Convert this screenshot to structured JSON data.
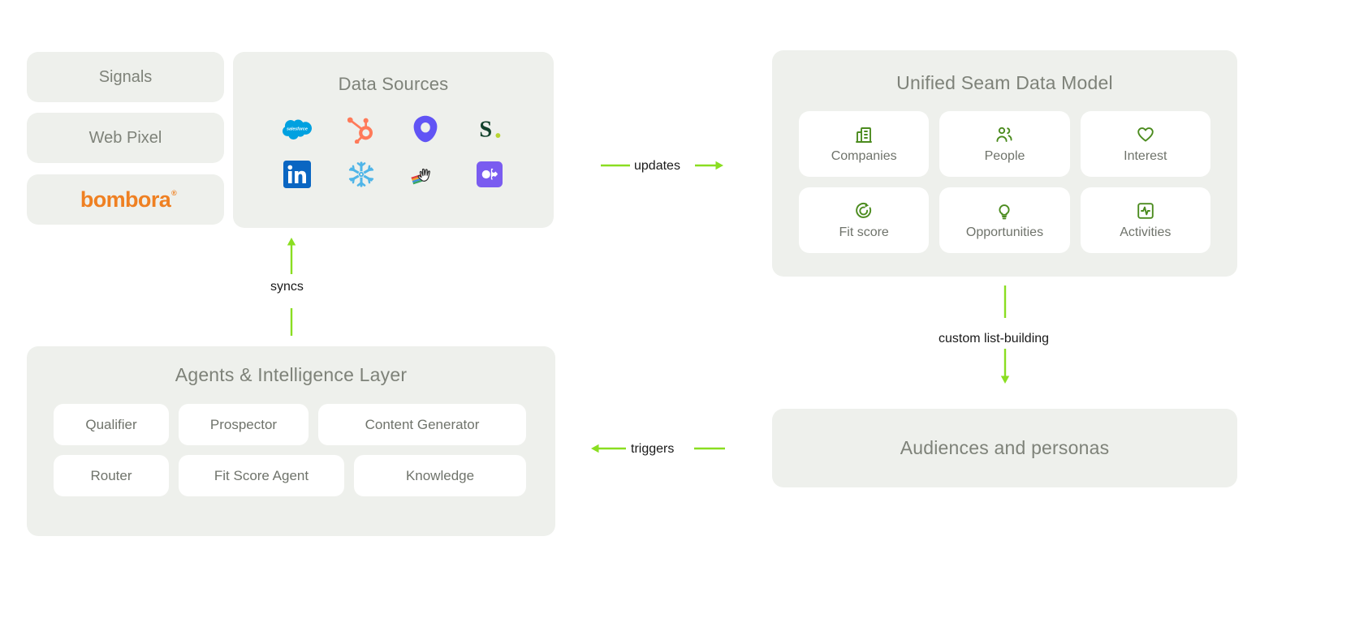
{
  "left_stack": {
    "items": [
      {
        "label": "Signals",
        "name": "signals"
      },
      {
        "label": "Web Pixel",
        "name": "web-pixel"
      },
      {
        "label": "bombora",
        "name": "bombora",
        "is_logo": true,
        "color": "#ef8022"
      }
    ]
  },
  "data_sources": {
    "title": "Data Sources",
    "icons": [
      {
        "name": "salesforce-icon",
        "label": "Salesforce",
        "color": "#00a1e0"
      },
      {
        "name": "hubspot-icon",
        "label": "HubSpot",
        "color": "#ff7a59"
      },
      {
        "name": "gong-icon",
        "label": "Gong",
        "color": "#6154f5"
      },
      {
        "name": "sequoia-s-icon",
        "label": "S",
        "color": "#12422c",
        "accent": "#b8d432"
      },
      {
        "name": "linkedin-icon",
        "label": "LinkedIn",
        "color": "#0a66c2"
      },
      {
        "name": "snowflake-icon",
        "label": "Snowflake",
        "color": "#4fb5e8"
      },
      {
        "name": "clay-icon",
        "label": "Clay",
        "color": "#f5f5f5"
      },
      {
        "name": "marketing-megaphone-icon",
        "label": "Megaphone",
        "color": "#7a5cf0"
      }
    ]
  },
  "agents_panel": {
    "title": "Agents & Intelligence Layer",
    "rows": [
      [
        {
          "label": "Qualifier",
          "name": "qualifier"
        },
        {
          "label": "Prospector",
          "name": "prospector"
        },
        {
          "label": "Content Generator",
          "name": "content-generator"
        }
      ],
      [
        {
          "label": "Router",
          "name": "router"
        },
        {
          "label": "Fit Score Agent",
          "name": "fit-score-agent"
        },
        {
          "label": "Knowledge",
          "name": "knowledge"
        }
      ]
    ]
  },
  "unified_model": {
    "title": "Unified Seam Data Model",
    "cards": [
      {
        "label": "Companies",
        "icon": "building-icon"
      },
      {
        "label": "People",
        "icon": "users-icon"
      },
      {
        "label": "Interest",
        "icon": "heart-icon"
      },
      {
        "label": "Fit score",
        "icon": "target-play-icon"
      },
      {
        "label": "Opportunities",
        "icon": "lightbulb-icon"
      },
      {
        "label": "Activities",
        "icon": "activity-square-icon"
      }
    ],
    "icon_color": "#4b8b1e"
  },
  "audiences": {
    "title": "Audiences and personas"
  },
  "connectors": {
    "syncs": {
      "label": "syncs",
      "direction": "up"
    },
    "updates": {
      "label": "updates",
      "direction": "right"
    },
    "triggers": {
      "label": "triggers",
      "direction": "left"
    },
    "custom_list_building": {
      "label": "custom list-building",
      "direction": "down"
    }
  },
  "colors": {
    "panel_bg": "#eef0ec",
    "card_bg": "#ffffff",
    "muted_text": "#7e8279",
    "connector": "#8ade21",
    "page_bg": "#ffffff"
  }
}
